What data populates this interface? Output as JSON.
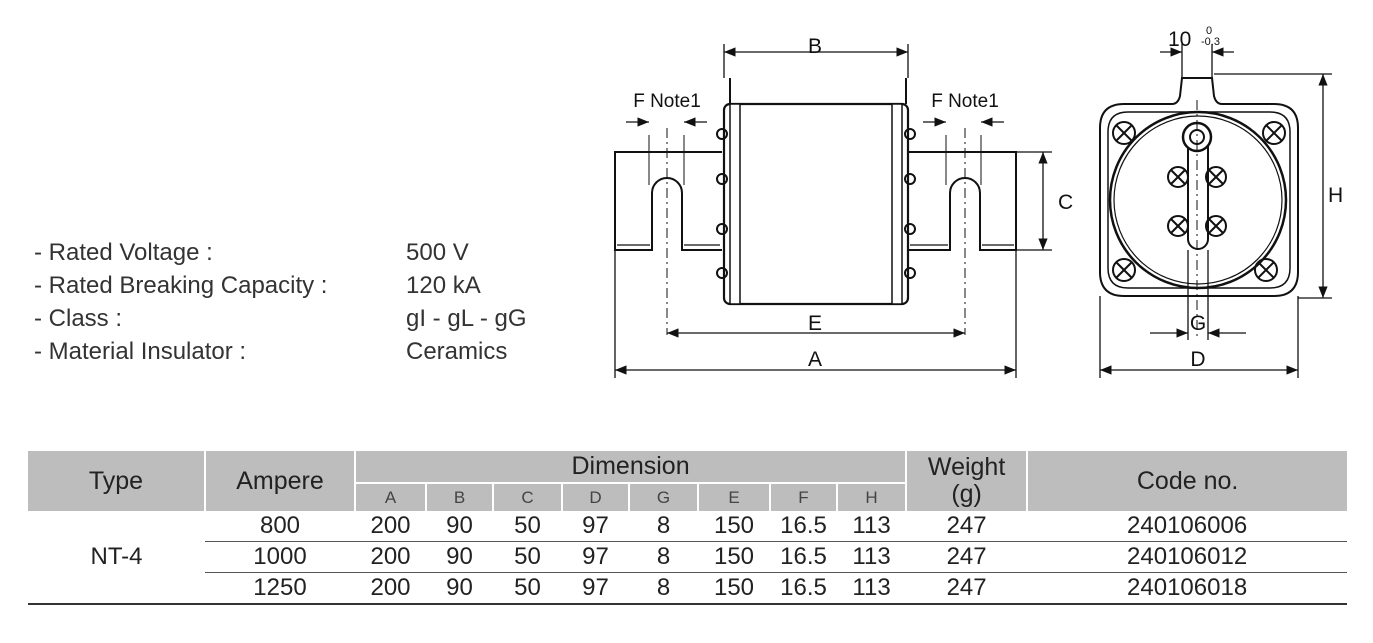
{
  "specs": [
    {
      "label": "- Rated Voltage :",
      "value": "500 V"
    },
    {
      "label": "- Rated Breaking Capacity :",
      "value": "120 kA"
    },
    {
      "label": "- Class :",
      "value": "gI - gL - gG"
    },
    {
      "label": "- Material Insulator :",
      "value": "Ceramics"
    }
  ],
  "drawing": {
    "label_b": "B",
    "label_f_left": "F Note1",
    "label_f_right": "F Note1",
    "label_c": "C",
    "label_e": "E",
    "label_a": "A",
    "label_10": "10",
    "tol_upper": "0",
    "tol_lower": "-0.3",
    "label_h": "H",
    "label_g": "G",
    "label_d": "D"
  },
  "table": {
    "headers": {
      "type": "Type",
      "ampere": "Ampere",
      "dimension": "Dimension",
      "dims": [
        "A",
        "B",
        "C",
        "D",
        "G",
        "E",
        "F",
        "H"
      ],
      "weight": "Weight",
      "weight_unit": "(g)",
      "code": "Code no."
    },
    "type_value": "NT-4",
    "rows": [
      {
        "ampere": "800",
        "dims": [
          "200",
          "90",
          "50",
          "97",
          "8",
          "150",
          "16.5",
          "113"
        ],
        "weight": "247",
        "code": "240106006"
      },
      {
        "ampere": "1000",
        "dims": [
          "200",
          "90",
          "50",
          "97",
          "8",
          "150",
          "16.5",
          "113"
        ],
        "weight": "247",
        "code": "240106012"
      },
      {
        "ampere": "1250",
        "dims": [
          "200",
          "90",
          "50",
          "97",
          "8",
          "150",
          "16.5",
          "113"
        ],
        "weight": "247",
        "code": "240106018"
      }
    ]
  }
}
